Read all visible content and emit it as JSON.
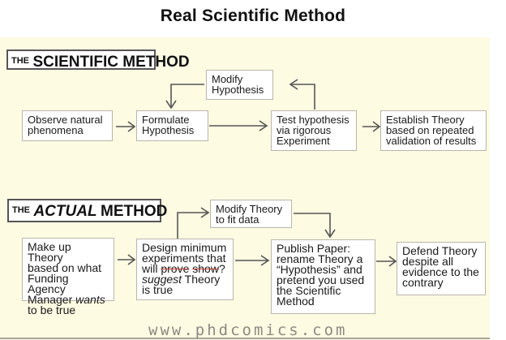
{
  "title": "Real Scientific Method",
  "scientific_method": {
    "header": {
      "prefix": "THE",
      "main": "SCIENTIFIC METHOD"
    },
    "boxes": {
      "observe": [
        "Observe natural",
        "phenomena"
      ],
      "formulate": [
        "Formulate",
        "Hypothesis"
      ],
      "modify": [
        "Modify",
        "Hypothesis"
      ],
      "test": [
        "Test hypothesis",
        "via rigorous",
        "Experiment"
      ],
      "establish": [
        "Establish Theory",
        "based on repeated",
        "validation of results"
      ]
    }
  },
  "actual_method": {
    "header": {
      "prefix": "THE",
      "italic": "ACTUAL",
      "main": "METHOD"
    },
    "boxes": {
      "makeup": {
        "l1": "Make up Theory",
        "l2": "based on what",
        "l3": "Funding Agency",
        "l4a": "Manager ",
        "l4b": "wants",
        "l5": "to be true"
      },
      "design": {
        "l1": "Design minimum",
        "l2": "experiments that",
        "l3a": "will ",
        "l3b": "prove",
        "l3c": " ",
        "l3d": "show",
        "l3e": "?",
        "l4a": "suggest",
        "l4b": " Theory",
        "l5": "is true"
      },
      "modify": [
        "Modify Theory",
        "to fit data"
      ],
      "publish": [
        "Publish Paper:",
        "rename Theory a",
        "“Hypothesis” and",
        "pretend you used",
        "the Scientific",
        "Method"
      ],
      "defend": [
        "Defend Theory",
        "despite all",
        "evidence to the",
        "contrary"
      ]
    }
  },
  "footer": "www.phdcomics.com"
}
